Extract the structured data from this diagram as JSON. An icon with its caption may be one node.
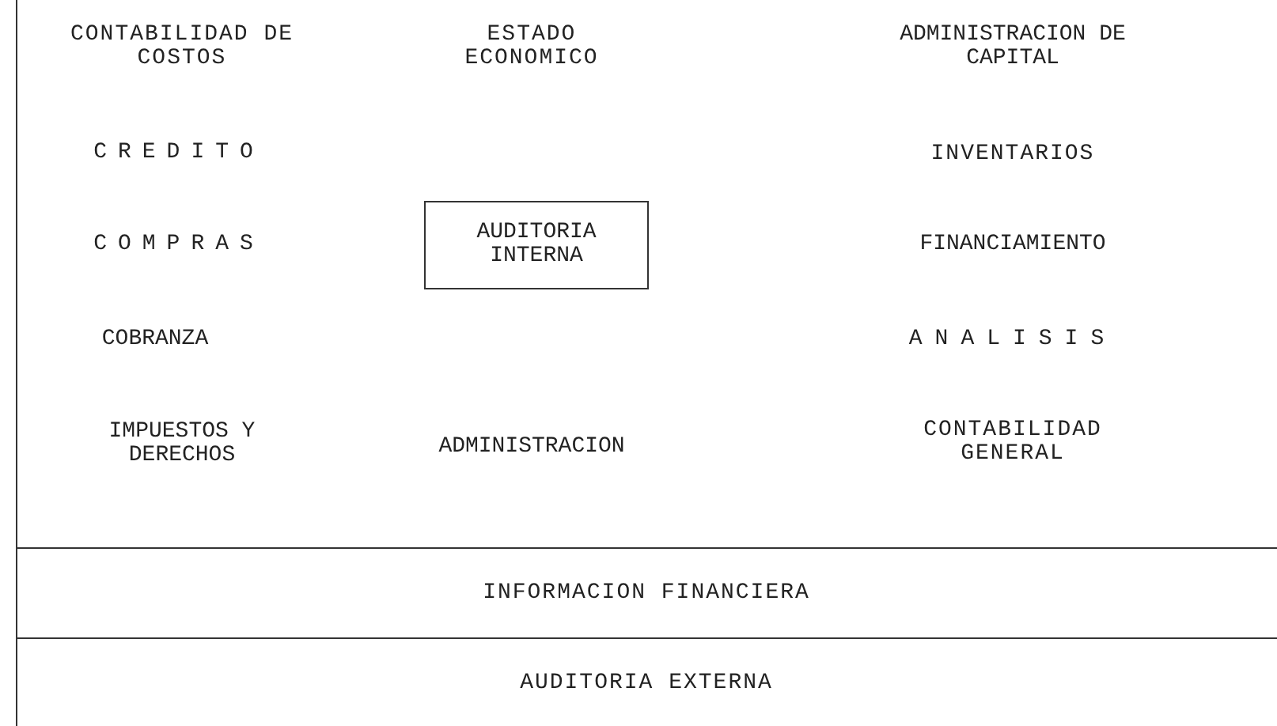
{
  "diagram": {
    "nodes": [
      {
        "text": [
          "AUDITORIA INTERNA"
        ]
      },
      {
        "text": [
          "INFORMACION FINANCIERA"
        ]
      },
      {
        "text": [
          "AUDITORIA EXTERNA"
        ]
      }
    ],
    "labels": [
      "CONTABILIDAD DE COSTOS",
      "ESTADO ECONOMICO",
      "ADMINISTRACION DE CAPITAL",
      "CREDITO",
      "INVENTARIOS",
      "COMPRAS",
      "FINANCIAMIENTO",
      "COBRANZA",
      "ANALISIS",
      "IMPUESTOS Y DERECHOS",
      "ADMINISTRACION",
      "CONTABILIDAD GENERAL"
    ]
  }
}
